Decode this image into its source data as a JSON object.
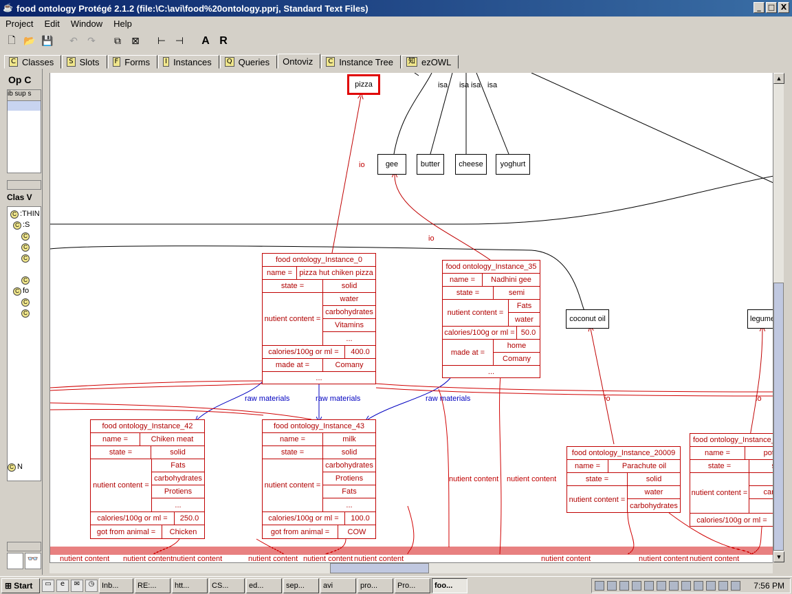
{
  "window": {
    "title": "food ontology  Protégé 2.1.2     (file:\\C:\\avi\\food%20ontology.pprj, Standard Text Files)",
    "buttons": [
      "_",
      "□",
      "X"
    ]
  },
  "menu": [
    "Project",
    "Edit",
    "Window",
    "Help"
  ],
  "toolbar": {
    "A_label": "A",
    "R_label": "R"
  },
  "tabs": [
    {
      "icon": "C",
      "label": "Classes"
    },
    {
      "icon": "S",
      "label": "Slots"
    },
    {
      "icon": "F",
      "label": "Forms"
    },
    {
      "icon": "I",
      "label": "Instances"
    },
    {
      "icon": "Q",
      "label": "Queries"
    },
    {
      "icon": "",
      "label": "Ontoviz"
    },
    {
      "icon": "C",
      "label": "Instance Tree"
    },
    {
      "icon": "知",
      "label": "ezOWL"
    }
  ],
  "leftpanel": {
    "head": "Op  C",
    "grid_header": "ib sup s",
    "class_head": "Clas  V",
    "tree": [
      ":THIN",
      ":S",
      "",
      "",
      "",
      "",
      "fo",
      "",
      "",
      "N"
    ]
  },
  "graph": {
    "classes": {
      "pizza": "pizza",
      "gee": "gee",
      "butter": "butter",
      "cheese": "cheese",
      "yoghurt": "yoghurt",
      "coconut_oil": "coconut oil",
      "legume": "legume"
    },
    "edge_labels": {
      "isa": "isa",
      "io": "io",
      "raw_materials": "raw materials",
      "nutient_content": "nutient content",
      "nutient_content_bottom": "nutient content"
    },
    "inst0": {
      "title": "food ontology_Instance_0",
      "name_k": "name =",
      "name_v": "pizza hut chiken pizza",
      "state_k": "state =",
      "state_v": "solid",
      "nut_k": "nutient content =",
      "nut": [
        "water",
        "carbohydrates",
        "Vitamins",
        "..."
      ],
      "cal_k": "calories/100g or ml =",
      "cal_v": "400.0",
      "made_k": "made at =",
      "made_v": "Comany",
      "more": "..."
    },
    "inst35": {
      "title": "food ontology_Instance_35",
      "name_k": "name =",
      "name_v": "Nadhini gee",
      "state_k": "state =",
      "state_v": "semi",
      "nut_k": "nutient content =",
      "nut": [
        "Fats",
        "water"
      ],
      "cal_k": "calories/100g or ml =",
      "cal_v": "50.0",
      "made_k": "made at =",
      "made": [
        "home",
        "Comany"
      ],
      "more": "..."
    },
    "inst42": {
      "title": "food ontology_Instance_42",
      "name_k": "name =",
      "name_v": "Chiken meat",
      "state_k": "state =",
      "state_v": "solid",
      "nut_k": "nutient content =",
      "nut": [
        "Fats",
        "carbohydrates",
        "Protiens",
        "..."
      ],
      "cal_k": "calories/100g or ml =",
      "cal_v": "250.0",
      "got_k": "got from animal =",
      "got_v": "Chicken"
    },
    "inst43": {
      "title": "food ontology_Instance_43",
      "name_k": "name =",
      "name_v": "milk",
      "state_k": "state =",
      "state_v": "solid",
      "nut_k": "nutient content =",
      "nut": [
        "carbohydrates",
        "Protiens",
        "Fats",
        "..."
      ],
      "cal_k": "calories/100g or ml =",
      "cal_v": "100.0",
      "got_k": "got from animal =",
      "got_v": "COW"
    },
    "inst20009": {
      "title": "food ontology_Instance_20009",
      "name_k": "name =",
      "name_v": "Parachute oil",
      "state_k": "state =",
      "state_v": "solid",
      "nut_k": "nutient content =",
      "nut": [
        "water",
        "carbohydrates"
      ]
    },
    "instX": {
      "title": "food ontology_Instance_",
      "name_k": "name =",
      "name_v": "pota",
      "state_k": "state =",
      "state_v": "s",
      "nut_k": "nutient content =",
      "nut": [
        "w",
        "carbo",
        "F"
      ],
      "cal_k": "calories/100g or ml ="
    }
  },
  "taskbar": {
    "start": "Start",
    "buttons": [
      "Inb...",
      "RE:...",
      "htt...",
      "CS...",
      "ed...",
      "sep...",
      "avi",
      "pro...",
      "Pro...",
      "foo..."
    ],
    "clock": "7:56 PM"
  }
}
